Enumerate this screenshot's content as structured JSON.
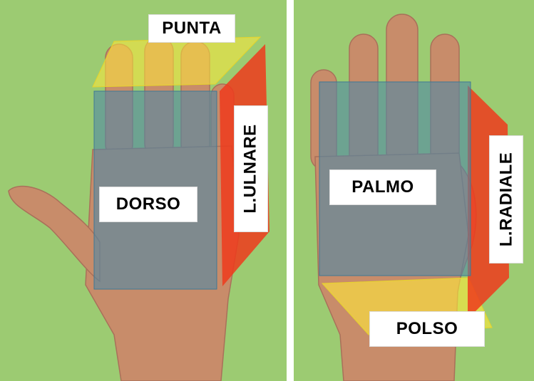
{
  "colors": {
    "background": "#9ccb72",
    "skin": "#c88c6a",
    "skin_shadow": "#a9705a",
    "blue_plane": "#4f89a6",
    "yellow_plane": "#ffe93a",
    "red_plane": "#ef3b1c",
    "divider": "#ffffff"
  },
  "left_panel": {
    "labels": {
      "tip": "PUNTA",
      "back": "DORSO",
      "ulnar_side": "L.ULNARE"
    }
  },
  "right_panel": {
    "labels": {
      "palm": "PALMO",
      "radial_side": "L.RADIALE",
      "wrist": "POLSO"
    }
  }
}
